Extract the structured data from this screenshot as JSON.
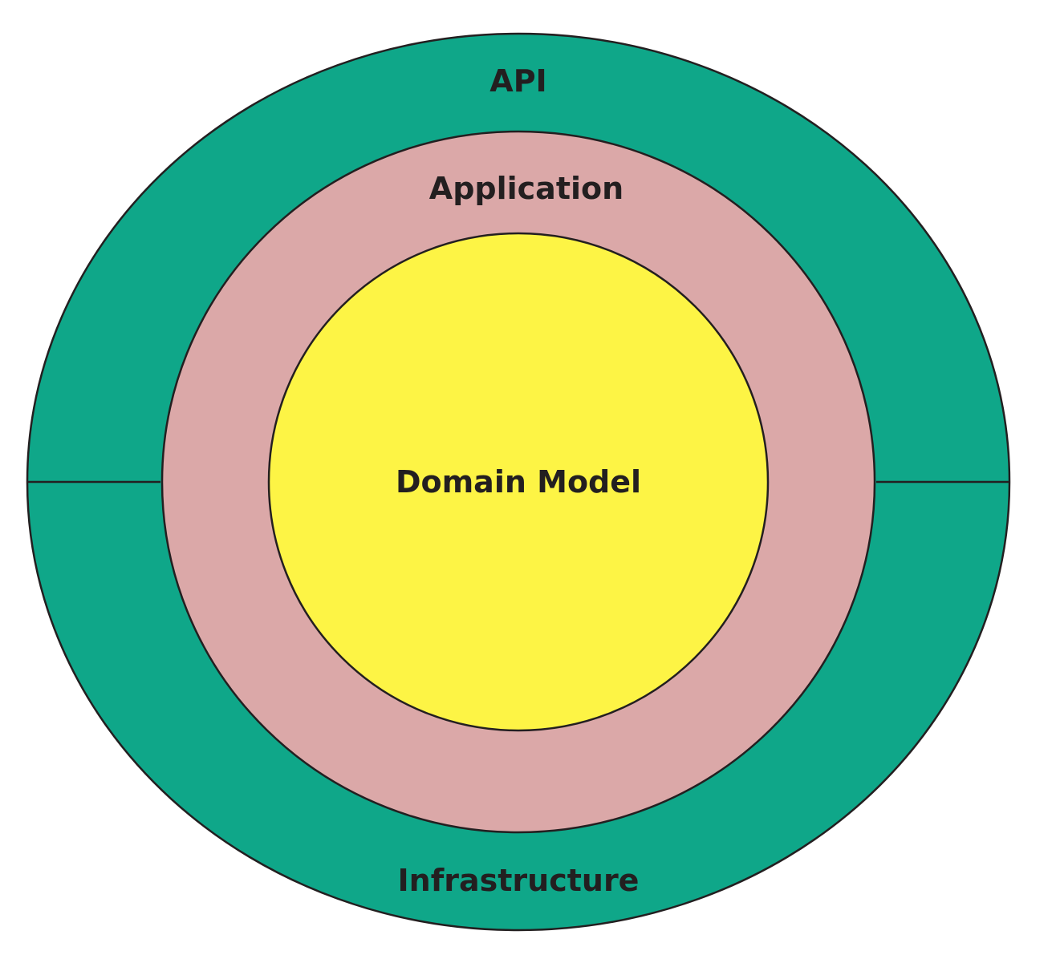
{
  "diagram": {
    "layers": {
      "api": {
        "label": "API",
        "color": "#0fa789"
      },
      "application": {
        "label": "Application",
        "color": "#dba8a8"
      },
      "domain_model": {
        "label": "Domain Model",
        "color": "#fdf445"
      },
      "infrastructure": {
        "label": "Infrastructure",
        "color": "#0fa789"
      }
    },
    "outline_color": "#231f20",
    "background_color": "#ffffff"
  }
}
